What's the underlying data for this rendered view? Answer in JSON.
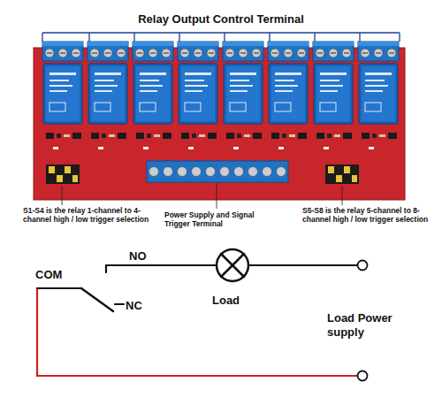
{
  "diagram": {
    "title": "Relay Output Control Terminal",
    "labels": [
      "S1-S4 is the relay 1-channel to 4-channel high / low trigger selection",
      "Power Supply and Signal Trigger Terminal",
      "S5-S8 is the relay 5-channel to 8-channel high / low trigger selection",
      "NO",
      "COM",
      "NC",
      "Load",
      "Load Power supply"
    ]
  }
}
